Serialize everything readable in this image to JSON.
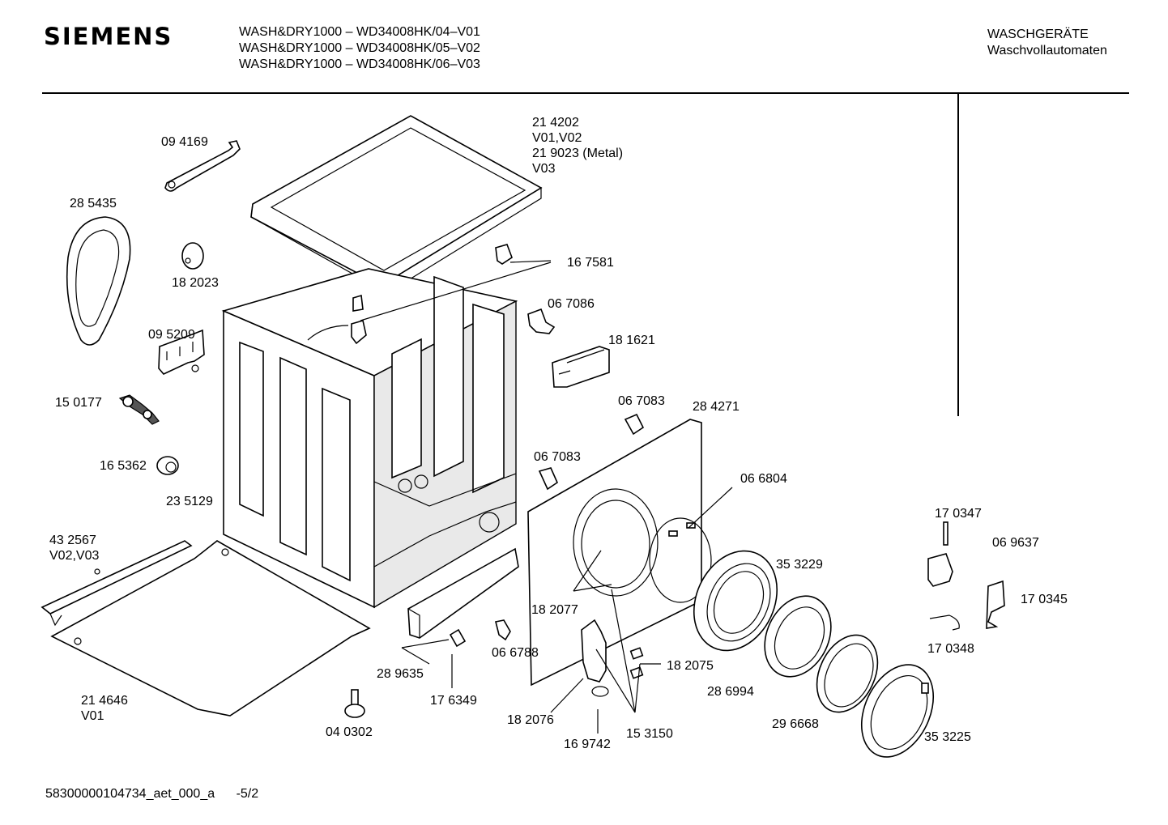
{
  "header": {
    "brand": "SIEMENS",
    "models": [
      "WASH&DRY1000 – WD34008HK/04–V01",
      "WASH&DRY1000 – WD34008HK/05–V02",
      "WASH&DRY1000 – WD34008HK/06–V03"
    ],
    "category": [
      "WASCHGERÄTE",
      "Waschvollautomaten"
    ]
  },
  "parts": [
    {
      "id": "p214202",
      "lines": [
        "21 4202",
        "V01,V02",
        "21 9023 (Metal)",
        "V03"
      ]
    },
    {
      "id": "p094169",
      "lines": [
        "09 4169"
      ]
    },
    {
      "id": "p285435",
      "lines": [
        "28 5435"
      ]
    },
    {
      "id": "p182023",
      "lines": [
        "18 2023"
      ]
    },
    {
      "id": "p167581",
      "lines": [
        "16 7581"
      ]
    },
    {
      "id": "p067086",
      "lines": [
        "06 7086"
      ]
    },
    {
      "id": "p095209",
      "lines": [
        "09 5209"
      ]
    },
    {
      "id": "p181621",
      "lines": [
        "18 1621"
      ]
    },
    {
      "id": "p150177",
      "lines": [
        "15 0177"
      ]
    },
    {
      "id": "p067083a",
      "lines": [
        "06 7083"
      ]
    },
    {
      "id": "p284271",
      "lines": [
        "28 4271"
      ]
    },
    {
      "id": "p165362",
      "lines": [
        "16 5362"
      ]
    },
    {
      "id": "p067083b",
      "lines": [
        "06 7083"
      ]
    },
    {
      "id": "p235129",
      "lines": [
        "23 5129"
      ]
    },
    {
      "id": "p066804",
      "lines": [
        "06 6804"
      ]
    },
    {
      "id": "p170347",
      "lines": [
        "17 0347"
      ]
    },
    {
      "id": "p432567",
      "lines": [
        "43 2567",
        "V02,V03"
      ]
    },
    {
      "id": "p069637",
      "lines": [
        "06 9637"
      ]
    },
    {
      "id": "p353229",
      "lines": [
        "35 3229"
      ]
    },
    {
      "id": "p182077",
      "lines": [
        "18 2077"
      ]
    },
    {
      "id": "p170345",
      "lines": [
        "17 0345"
      ]
    },
    {
      "id": "p170348",
      "lines": [
        "17 0348"
      ]
    },
    {
      "id": "p066788",
      "lines": [
        "06 6788"
      ]
    },
    {
      "id": "p289635",
      "lines": [
        "28 9635"
      ]
    },
    {
      "id": "p182075",
      "lines": [
        "18 2075"
      ]
    },
    {
      "id": "p286994",
      "lines": [
        "28 6994"
      ]
    },
    {
      "id": "p214646",
      "lines": [
        "21 4646",
        "V01"
      ]
    },
    {
      "id": "p176349",
      "lines": [
        "17 6349"
      ]
    },
    {
      "id": "p182076",
      "lines": [
        "18 2076"
      ]
    },
    {
      "id": "p296668",
      "lines": [
        "29 6668"
      ]
    },
    {
      "id": "p353225",
      "lines": [
        "35 3225"
      ]
    },
    {
      "id": "p040302",
      "lines": [
        "04 0302"
      ]
    },
    {
      "id": "p153150",
      "lines": [
        "15 3150"
      ]
    },
    {
      "id": "p169742",
      "lines": [
        "16 9742"
      ]
    }
  ],
  "footer": {
    "doc_id": "58300000104734_aet_000_a",
    "page": "-5/2"
  }
}
